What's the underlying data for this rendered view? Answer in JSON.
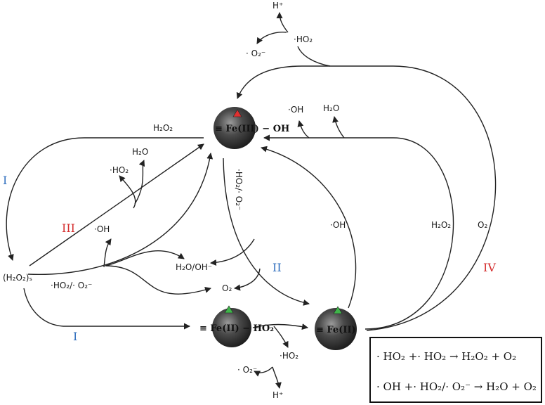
{
  "colors": {
    "stage_I_II": "#2f6fbe",
    "stage_III_IV": "#d42e2e",
    "fe3_marker": "#e03030",
    "fe2_marker": "#3fb54a",
    "ball_dark": "#2a2a2a",
    "ball_light": "#8f8f8f"
  },
  "sites": {
    "fe3": "≡ Fe(III) − OH",
    "fe2_ho2": "≡ Fe(II) − HO₂",
    "fe2": "≡ Fe(II)",
    "surface_h2o2": "(H₂O₂)ₛ"
  },
  "stages": {
    "I_upper": "I",
    "I_lower": "I",
    "II": "II",
    "III": "III",
    "IV": "IV"
  },
  "labels": {
    "h_plus_top": "H⁺",
    "ho2_top": "·HO₂",
    "o2_top": "· O₂⁻",
    "h2o2_top": "H₂O₂",
    "oh_right": "·OH",
    "h2o_right": "H₂O",
    "ho2_left": "·HO₂",
    "h2o_left": "H₂O",
    "oh_mid": "·OH",
    "h2o_oh": "H₂O/OH⁻",
    "o2_mid": "O₂",
    "ho2_o2_left": "·HO₂/· O₂⁻",
    "ho2_o2_vert": "·HO₂/· O₂⁻",
    "oh_return": "·OH",
    "h2o2_right": "H₂O₂",
    "o2_right": "O₂",
    "ho2_bottom": "·HO₂",
    "o2_bottom": "· O₂⁻",
    "h_plus_bottom": "H⁺"
  },
  "equations": {
    "eq1": "· HO₂ +· HO₂ → H₂O₂ + O₂",
    "eq2": "· OH +· HO₂/· O₂⁻ → H₂O + O₂"
  }
}
